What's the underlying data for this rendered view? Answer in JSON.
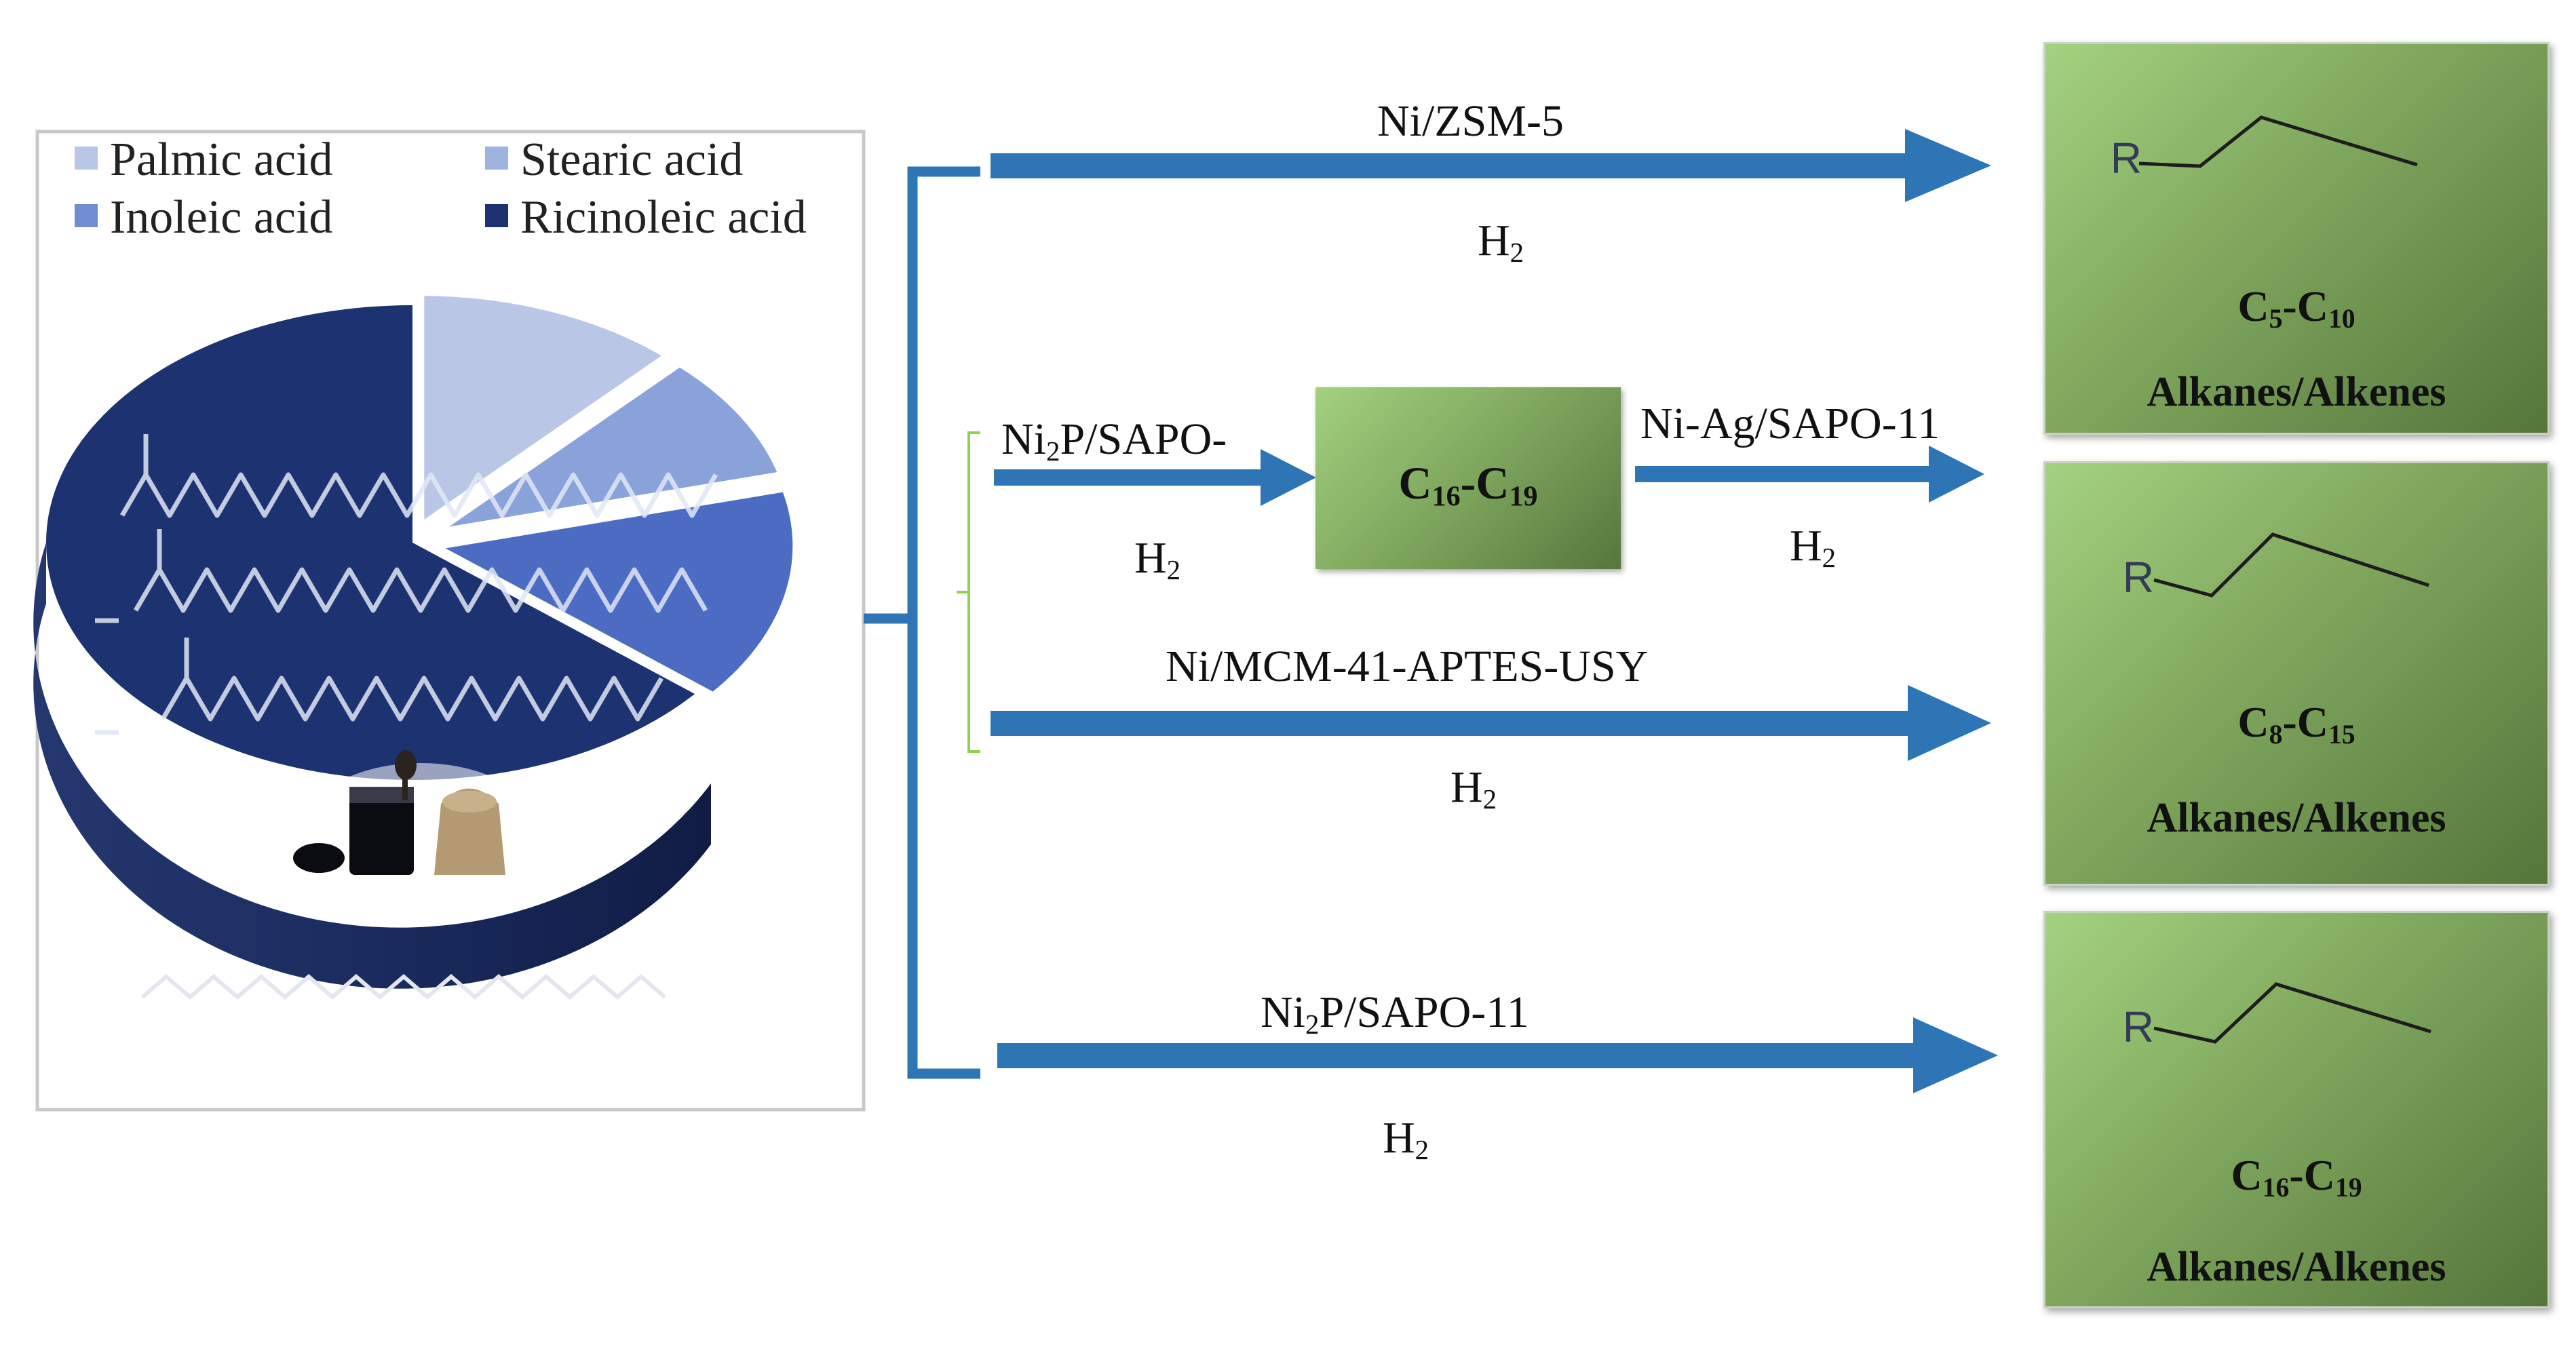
{
  "legend": [
    {
      "label": "Palmic acid",
      "color": "#b9c6e6"
    },
    {
      "label": "Stearic acid",
      "color": "#9fb3df"
    },
    {
      "label": "Inoleic acid",
      "color": "#6f8dd0"
    },
    {
      "label": "Ricinoleic acid",
      "color": "#1d3270"
    }
  ],
  "pie_slices": [
    {
      "name": "Palmic acid",
      "value": 12,
      "color": "#b9c6e6"
    },
    {
      "name": "Stearic acid",
      "value": 9,
      "color": "#8aa2da"
    },
    {
      "name": "Inoleic acid",
      "value": 15,
      "color": "#4b6cc2"
    },
    {
      "name": "Ricinoleic acid",
      "value": 64,
      "color": "#1d3270"
    }
  ],
  "routes": {
    "route1": {
      "catalyst": "Ni/ZSM-5",
      "gas": "H2"
    },
    "route2a": {
      "catalyst": "Ni2P/SAPO-",
      "gas": "H2"
    },
    "intermediate": {
      "range": "C16-C19"
    },
    "route2b": {
      "catalyst": "Ni-Ag/SAPO-11",
      "gas": "H2"
    },
    "route3": {
      "catalyst": "Ni/MCM-41-APTES-USY",
      "gas": "H2"
    },
    "route4": {
      "catalyst": "Ni2P/SAPO-11",
      "gas": "H2"
    }
  },
  "products": [
    {
      "r_label": "R",
      "range": "C5-C10",
      "class": "Alkanes/Alkenes"
    },
    {
      "r_label": "R",
      "range": "C8-C15",
      "class": "Alkanes/Alkenes"
    },
    {
      "r_label": "R",
      "range": "C16-C19",
      "class": "Alkanes/Alkenes"
    }
  ],
  "colors": {
    "arrow": "#2e75b6",
    "product_box": "#7ea65c",
    "pie_dark": "#1d3270"
  }
}
